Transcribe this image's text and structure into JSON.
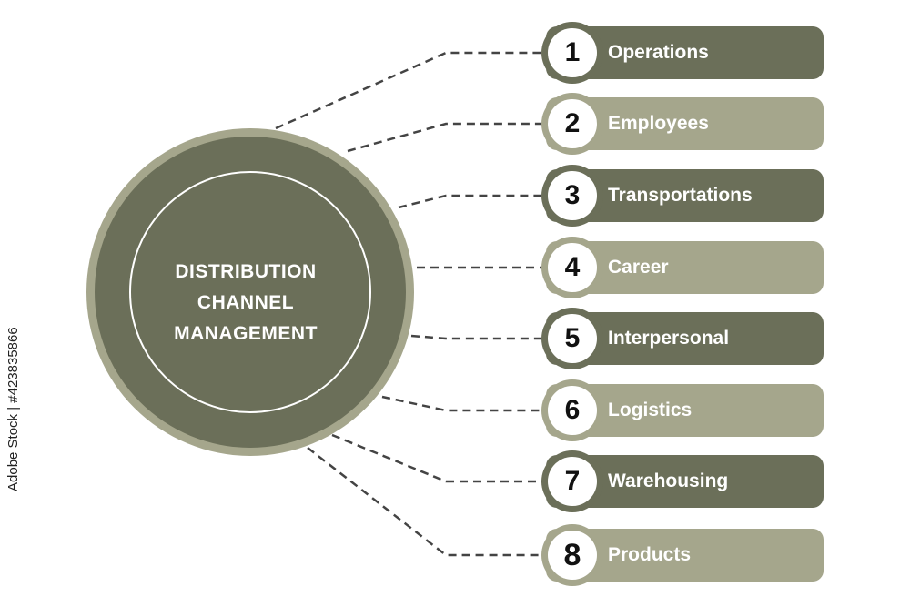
{
  "center": {
    "lines": [
      "DISTRIBUTION",
      "CHANNEL",
      "MANAGEMENT"
    ]
  },
  "items": [
    {
      "number": "1",
      "label": "Operations"
    },
    {
      "number": "2",
      "label": "Employees"
    },
    {
      "number": "3",
      "label": "Transportations"
    },
    {
      "number": "4",
      "label": "Career"
    },
    {
      "number": "5",
      "label": "Interpersonal"
    },
    {
      "number": "6",
      "label": "Logistics"
    },
    {
      "number": "7",
      "label": "Warehousing"
    },
    {
      "number": "8",
      "label": "Products"
    }
  ],
  "watermark": {
    "text": "Adobe Stock | #423835866"
  },
  "colors": {
    "dark": "#6b6f59",
    "light": "#a5a68c",
    "outer_ring": "#a5a68c",
    "circle_fill": "#6b6f59"
  }
}
